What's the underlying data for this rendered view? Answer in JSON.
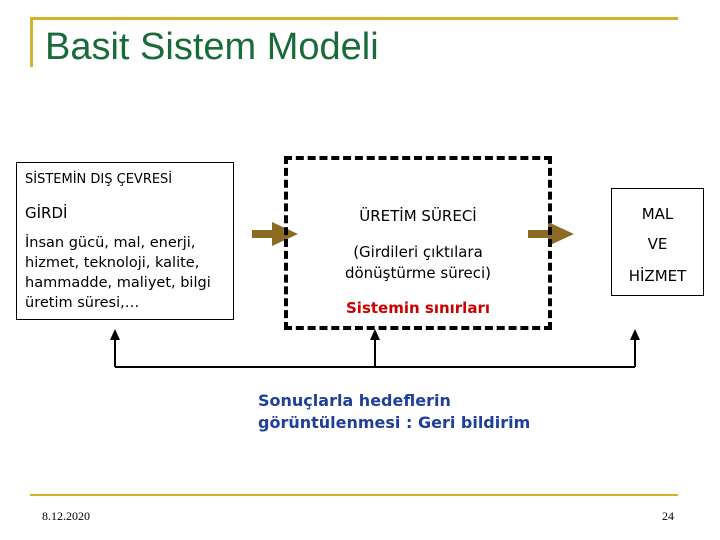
{
  "slide": {
    "title": "Basit Sistem Modeli",
    "accent_color": "#d4b22a",
    "title_color": "#1a6b3a",
    "arrow_color": "#8b6a22"
  },
  "input_box": {
    "environment_label": "SİSTEMİN DIŞ ÇEVRESİ",
    "input_label": "GİRDİ",
    "input_lines": [
      "İnsan gücü, mal, enerji,",
      "hizmet, teknoloji, kalite,",
      "hammadde, maliyet, bilgi",
      "üretim süresi,…"
    ]
  },
  "process": {
    "title": "ÜRETİM SÜRECİ",
    "description_lines": [
      "(Girdileri çıktılara",
      "dönüştürme süreci)"
    ],
    "boundary_label": "Sistemin sınırları"
  },
  "output_box": {
    "lines": [
      "MAL",
      "VE",
      "HİZMET"
    ]
  },
  "feedback": {
    "lines": [
      "Sonuçlarla hedeflerin",
      "görüntülenmesi : Geri bildirim"
    ]
  },
  "footer": {
    "date": "8.12.2020",
    "page_number": "24"
  }
}
